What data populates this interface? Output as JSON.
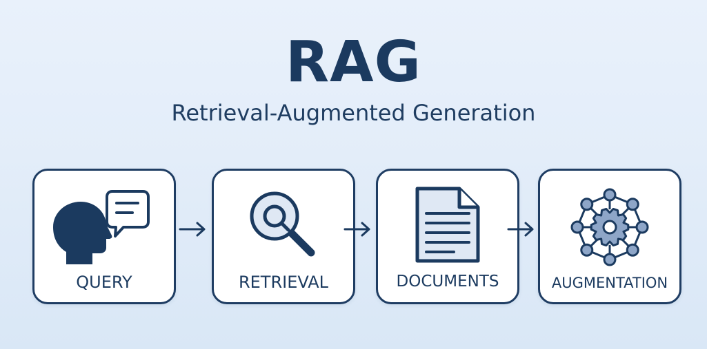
{
  "header": {
    "title": "RAG",
    "subtitle": "Retrieval-Augmented Generation"
  },
  "steps": [
    {
      "label": "QUERY",
      "icon": "person-speech-bubble-icon"
    },
    {
      "label": "RETRIEVAL",
      "icon": "magnifying-glass-icon"
    },
    {
      "label": "DOCUMENTS",
      "icon": "document-icon"
    },
    {
      "label": "AUGMENTATION",
      "icon": "gear-network-icon"
    }
  ],
  "colors": {
    "navy": "#1b3a5f",
    "steel_blue": "#8ea6c8",
    "background": "#e3edf9"
  }
}
